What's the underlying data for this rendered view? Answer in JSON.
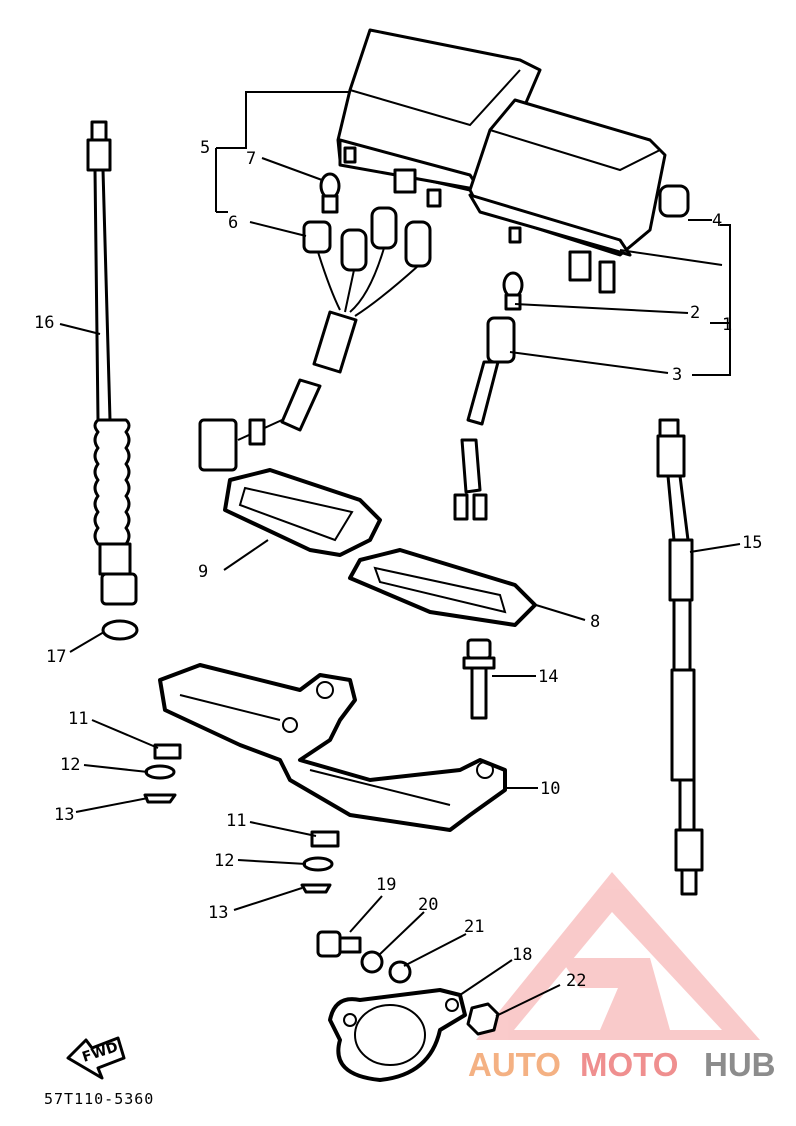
{
  "diagram": {
    "callouts": [
      "1",
      "2",
      "3",
      "4",
      "5",
      "6",
      "7",
      "8",
      "9",
      "10",
      "11",
      "12",
      "13",
      "11",
      "12",
      "13",
      "14",
      "15",
      "16",
      "17",
      "18",
      "19",
      "20",
      "21",
      "22"
    ],
    "part_code": "57T110-5360",
    "fwd_label": "FWD"
  },
  "watermark": {
    "part1": "AUTO",
    "part2": "MOTO",
    "part3": "HUB",
    "color_auto": "#f4b183",
    "color_moto": "#ef8f8f",
    "color_hub": "#8c8c8c",
    "logo_icon": "triangle-logo-icon"
  }
}
